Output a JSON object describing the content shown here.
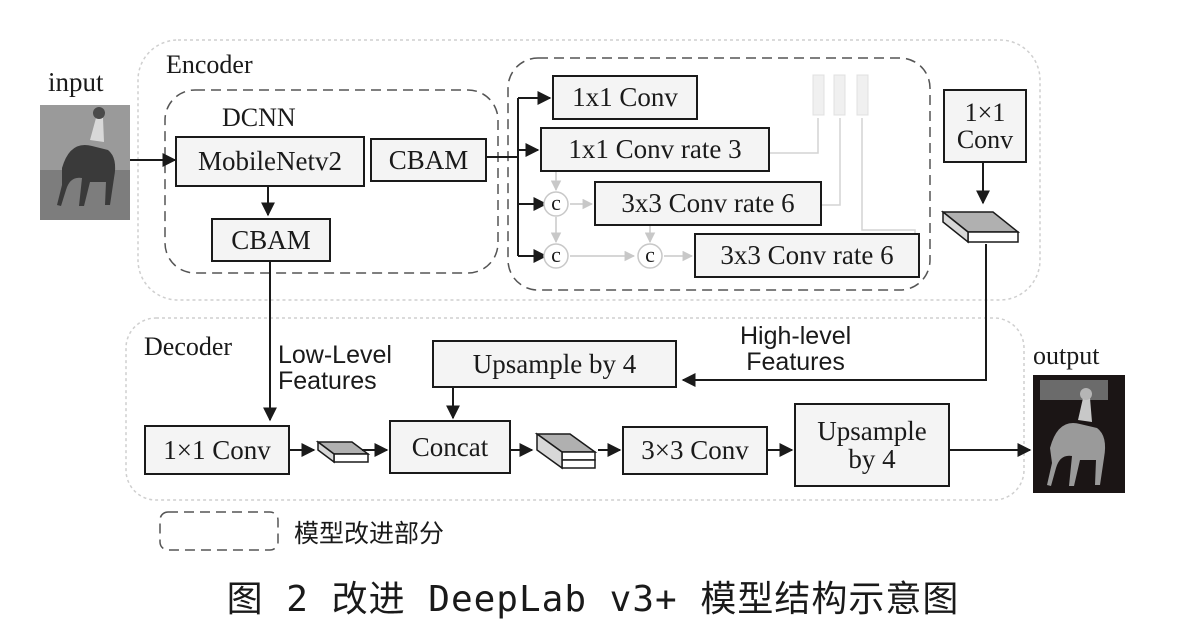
{
  "labels": {
    "input": "input",
    "output": "output",
    "encoder": "Encoder",
    "decoder": "Decoder",
    "dcnn": "DCNN",
    "low_level": "Low-Level\nFeatures",
    "high_level": "High-level\nFeatures"
  },
  "encoder": {
    "mobilenet": "MobileNetv2",
    "cbam_right": "CBAM",
    "cbam_below": "CBAM",
    "aspp": [
      "1x1 Conv",
      "1x1 Conv rate 3",
      "3x3 Conv rate 6",
      "3x3 Conv rate 6"
    ],
    "concat_symbol": "c",
    "conv_right": "1×1\nConv"
  },
  "decoder": {
    "upsample_top": "Upsample by 4",
    "conv_1x1": "1×1 Conv",
    "concat": "Concat",
    "conv_3x3": "3×3 Conv",
    "upsample_right": "Upsample\nby 4"
  },
  "legend": {
    "text": "模型改进部分"
  },
  "caption": "图 2  改进 DeepLab v3+ 模型结构示意图",
  "icons": {
    "input_image": "horse-rider-photo-icon",
    "output_image": "segmentation-mask-icon"
  }
}
